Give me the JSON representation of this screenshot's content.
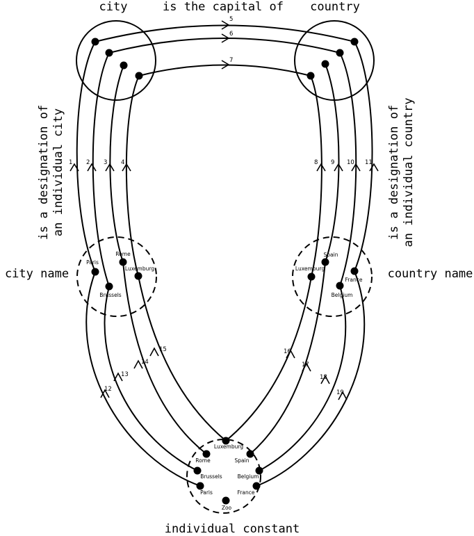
{
  "labels": {
    "city": "city",
    "relation": "is the capital of",
    "country": "country",
    "city_name": "city name",
    "country_name": "country name",
    "individual_constant": "individual constant",
    "left_rotated_line1": "is a designation of",
    "left_rotated_line2": "an individual city",
    "right_rotated_line1": "is a designation of",
    "right_rotated_line2": "an individual country"
  },
  "city_names": {
    "paris": "Paris",
    "rome": "Rome",
    "luxemburg": "Luxemburg",
    "brussels": "Brussels"
  },
  "country_names": {
    "spain": "Spain",
    "luxemburg": "Luxemburg",
    "france": "France",
    "belgium": "Belgium"
  },
  "constants": {
    "luxemburg": "Luxemburg",
    "rome": "Rome",
    "spain": "Spain",
    "brussels": "Brussels",
    "belgium": "Belgium",
    "paris": "Paris",
    "france": "France",
    "zoo": "Zoo"
  },
  "edge_numbers": {
    "e1": "1",
    "e2": "2",
    "e3": "3",
    "e4": "4",
    "e5": "5",
    "e6": "6",
    "e7": "7",
    "e8": "8",
    "e9": "9",
    "e10": "10",
    "e11": "11",
    "e12": "12",
    "e13": "13",
    "e14": "14",
    "e15": "15",
    "e16": "16",
    "e17": "17",
    "e18": "18",
    "e19": "19"
  }
}
